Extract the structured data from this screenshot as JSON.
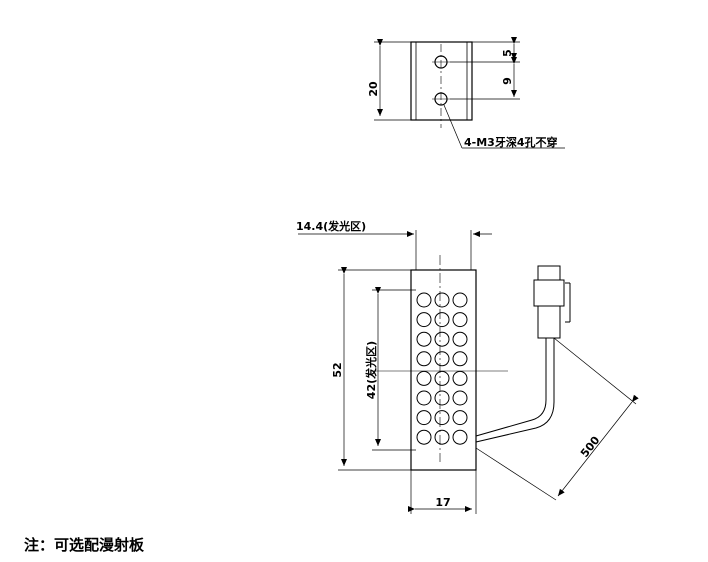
{
  "top_view": {
    "height_dim": "20",
    "upper_offset_dim": "5",
    "hole_spacing_dim": "9",
    "hole_callout": "4-M3牙深4孔不穿"
  },
  "front_view": {
    "emitting_width_dim": "14.4(发光区)",
    "height_dim": "52",
    "emitting_height_dim": "42(发光区)",
    "width_dim": "17",
    "cable_length_dim": "500",
    "led_rows": 8,
    "led_cols": 3
  },
  "note": "注：可选配漫射板"
}
